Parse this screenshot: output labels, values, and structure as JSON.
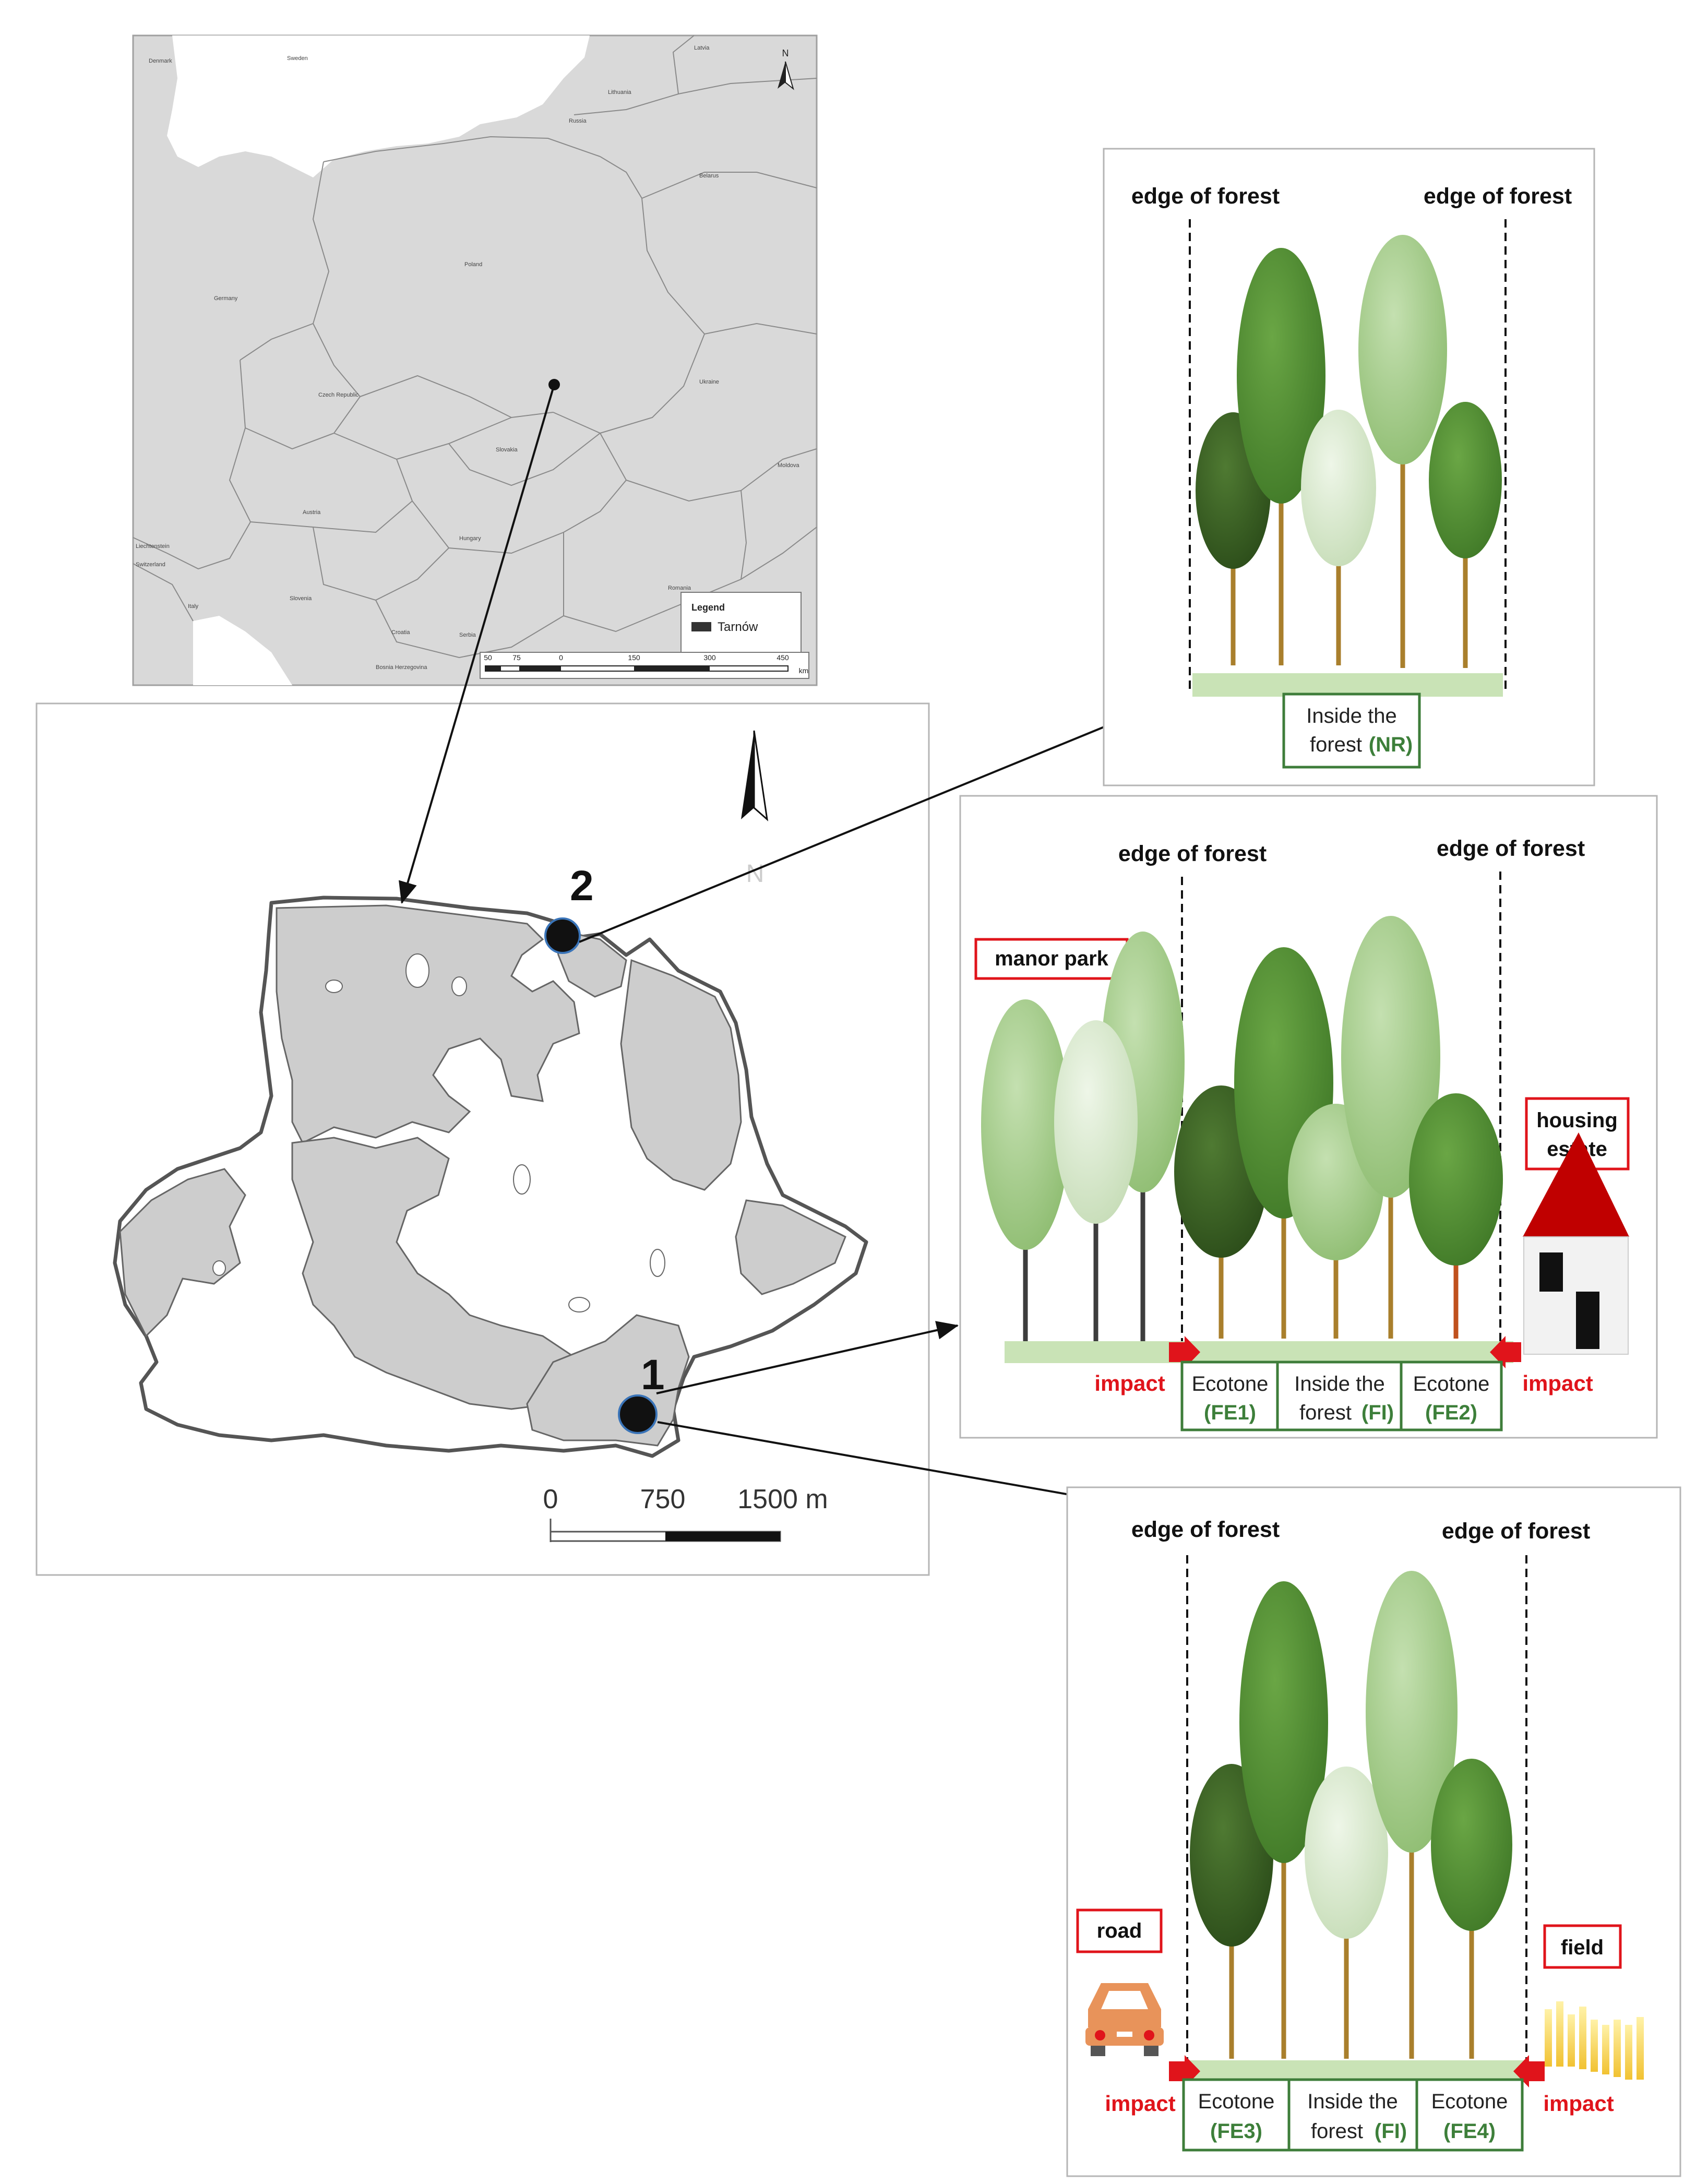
{
  "europe_map": {
    "countries": [
      "Denmark",
      "Sweden",
      "Lithuania",
      "Latvia",
      "Russia",
      "Belarus",
      "Poland",
      "Germany",
      "Czech Republic",
      "Ukraine",
      "Slovakia",
      "Moldova",
      "Austria",
      "Hungary",
      "Switzerland",
      "Liechtenstein",
      "Slovenia",
      "Italy",
      "Croatia",
      "Serbia",
      "Romania",
      "Bosnia Herzegovina"
    ],
    "north": "N",
    "legend_title": "Legend",
    "legend_item": "Tarnów",
    "scale_ticks": [
      "50",
      "75",
      "0",
      "150",
      "300",
      "450"
    ],
    "scale_unit": "km"
  },
  "city_map": {
    "site_1": "1",
    "site_2": "2",
    "scale_ticks": [
      "0",
      "750",
      "1500 m"
    ],
    "fill_color": "#cdcdcd"
  },
  "panel_nr": {
    "edge_left": "edge of forest",
    "edge_right": "edge of forest",
    "zone_line1": "Inside the",
    "zone_line2": "forest",
    "zone_code": "(NR)"
  },
  "panel_site1": {
    "edge_left": "edge of forest",
    "edge_right": "edge of forest",
    "left_label": "manor park",
    "right_label_line1": "housing",
    "right_label_line2": "estate",
    "impact_left": "impact",
    "impact_right": "impact",
    "zones": [
      {
        "line1": "Ecotone",
        "code": "(FE1)"
      },
      {
        "line1": "Inside the",
        "line2": "forest",
        "code": "(FI)"
      },
      {
        "line1": "Ecotone",
        "code": "(FE2)"
      }
    ]
  },
  "panel_site2": {
    "edge_left": "edge of forest",
    "edge_right": "edge of forest",
    "left_label": "road",
    "right_label": "field",
    "impact_left": "impact",
    "impact_right": "impact",
    "zones": [
      {
        "line1": "Ecotone",
        "code": "(FE3)"
      },
      {
        "line1": "Inside the",
        "line2": "forest",
        "code": "(FI)"
      },
      {
        "line1": "Ecotone",
        "code": "(FE4)"
      }
    ]
  },
  "colors": {
    "dark_green": "#3a5f24",
    "mid_green": "#558c35",
    "light_green": "#a9cf91",
    "pale_green": "#dbead0",
    "ground": "#c9e3b6",
    "impact_red": "#e0141b",
    "roof_red": "#c00000"
  }
}
